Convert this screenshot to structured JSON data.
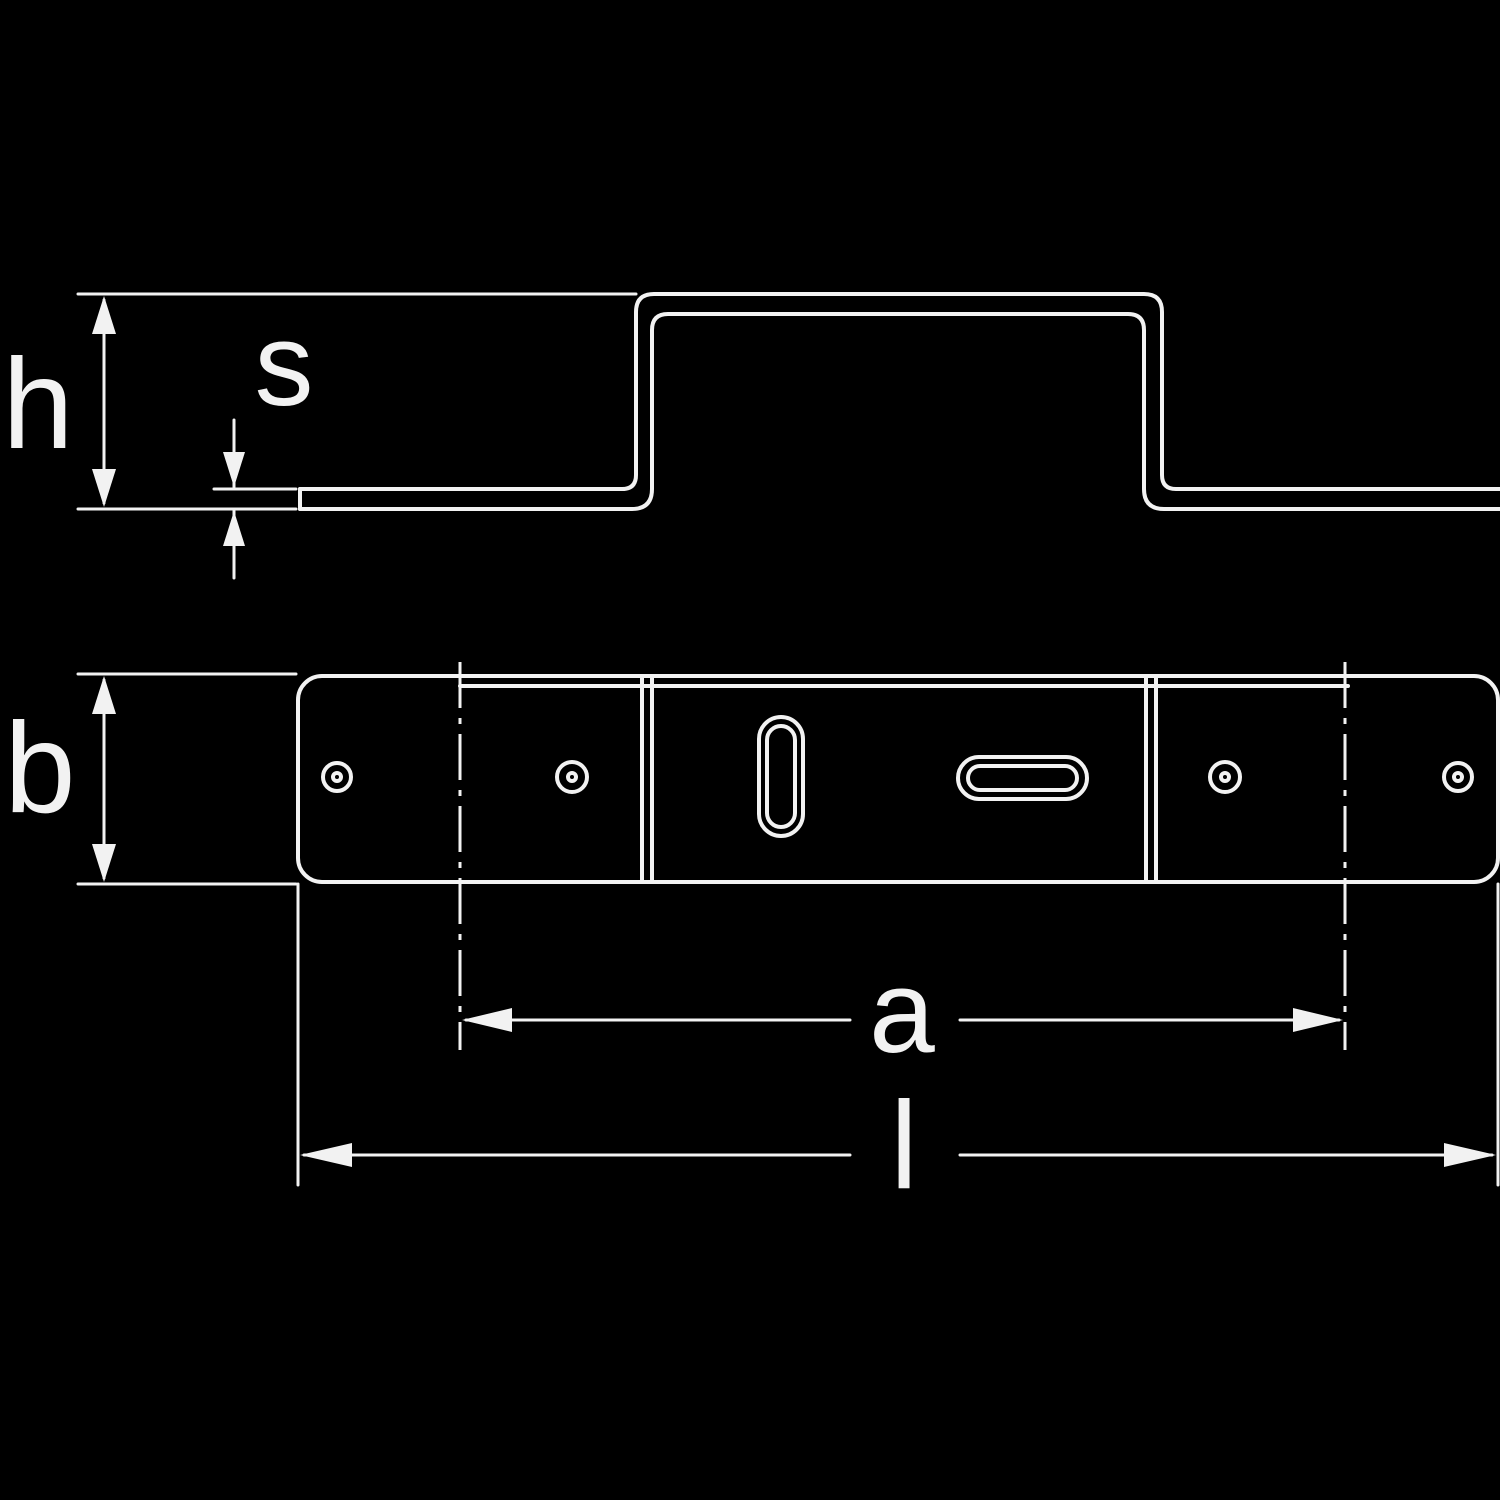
{
  "diagram": {
    "colors": {
      "background": "#000000",
      "line": "#f2f2f2"
    },
    "dimension_labels": {
      "h": "h",
      "s": "s",
      "b": "b",
      "a": "a",
      "l": "l"
    }
  }
}
